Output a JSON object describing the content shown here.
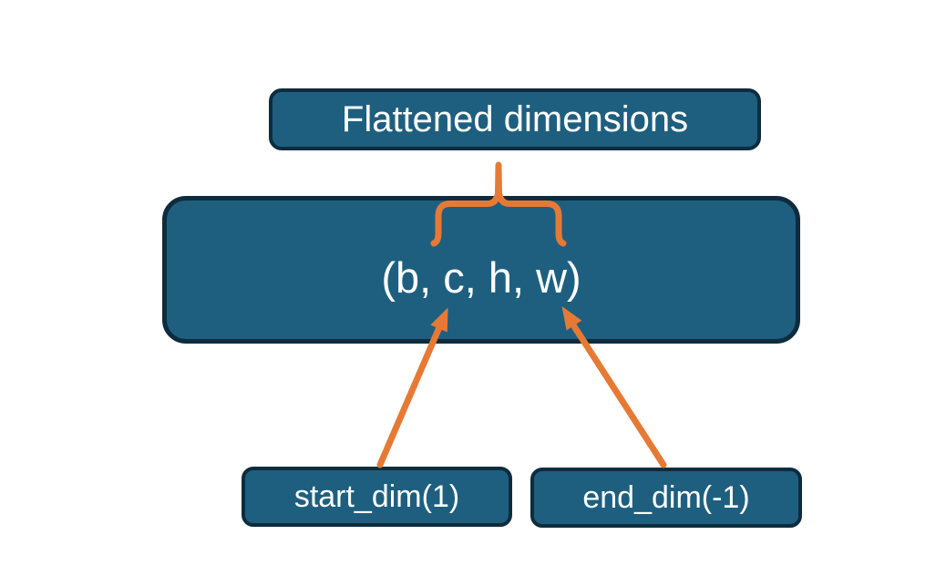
{
  "diagram": {
    "title_node": {
      "label": "Flattened dimensions"
    },
    "tensor_node": {
      "label": "(b, c, h, w)"
    },
    "start_node": {
      "label": "start_dim(1)"
    },
    "end_node": {
      "label": "end_dim(-1)"
    }
  },
  "colors": {
    "node_fill": "#1E5F80",
    "node_border": "#0E2C3D",
    "connector_orange": "#E67A35",
    "text_color": "#FFFFFF",
    "background": "#FFFFFF"
  }
}
